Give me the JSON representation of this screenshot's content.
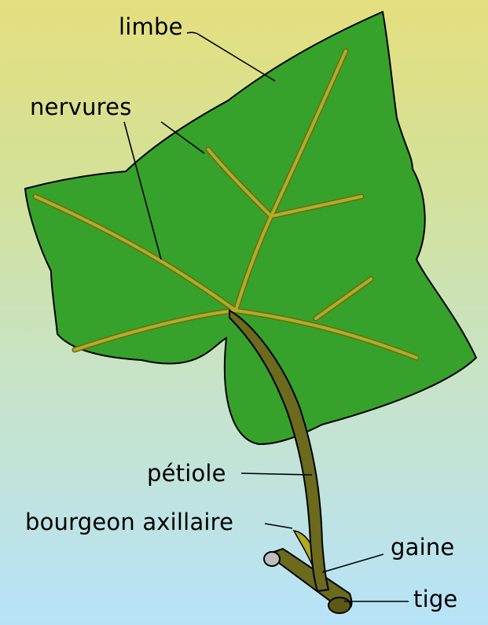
{
  "labels": {
    "limbe": "limbe",
    "nervures": "nervures",
    "petiole": "pétiole",
    "bourgeon_axillaire": "bourgeon axillaire",
    "gaine": "gaine",
    "tige": "tige"
  },
  "colors": {
    "leaf": "#36a12b",
    "vein": "#8c8b14",
    "petiole": "#6b6a1d",
    "bud": "#b2a91f",
    "outline": "#000000"
  }
}
